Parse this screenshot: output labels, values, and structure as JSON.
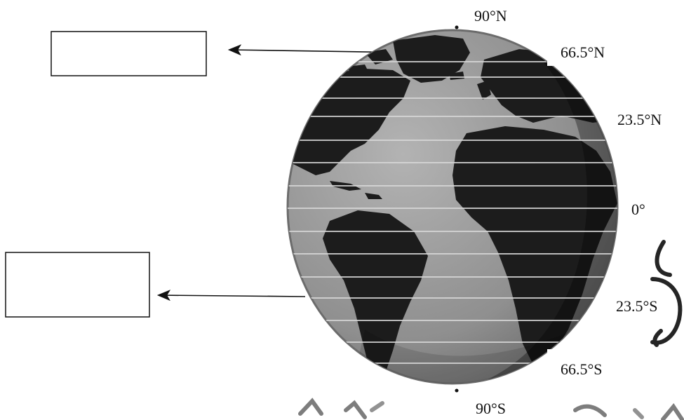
{
  "latitudes": [
    {
      "name": "north-pole",
      "label": "90°N"
    },
    {
      "name": "arctic-circle",
      "label": "66.5°N"
    },
    {
      "name": "tropic-of-cancer",
      "label": "23.5°N"
    },
    {
      "name": "equator",
      "label": "0°"
    },
    {
      "name": "tropic-of-capricorn",
      "label": "23.5°S"
    },
    {
      "name": "antarctic-circle",
      "label": "66.5°S"
    },
    {
      "name": "south-pole",
      "label": "90°S"
    }
  ],
  "answer_boxes": [
    {
      "name": "answer-box-top",
      "value": ""
    },
    {
      "name": "answer-box-bottom",
      "value": ""
    }
  ],
  "colors": {
    "ocean": "#9a9a9a",
    "land": "#1c1c1c",
    "shadow": "#000000",
    "lines": "#d8d8d8",
    "ink": "#111111"
  }
}
